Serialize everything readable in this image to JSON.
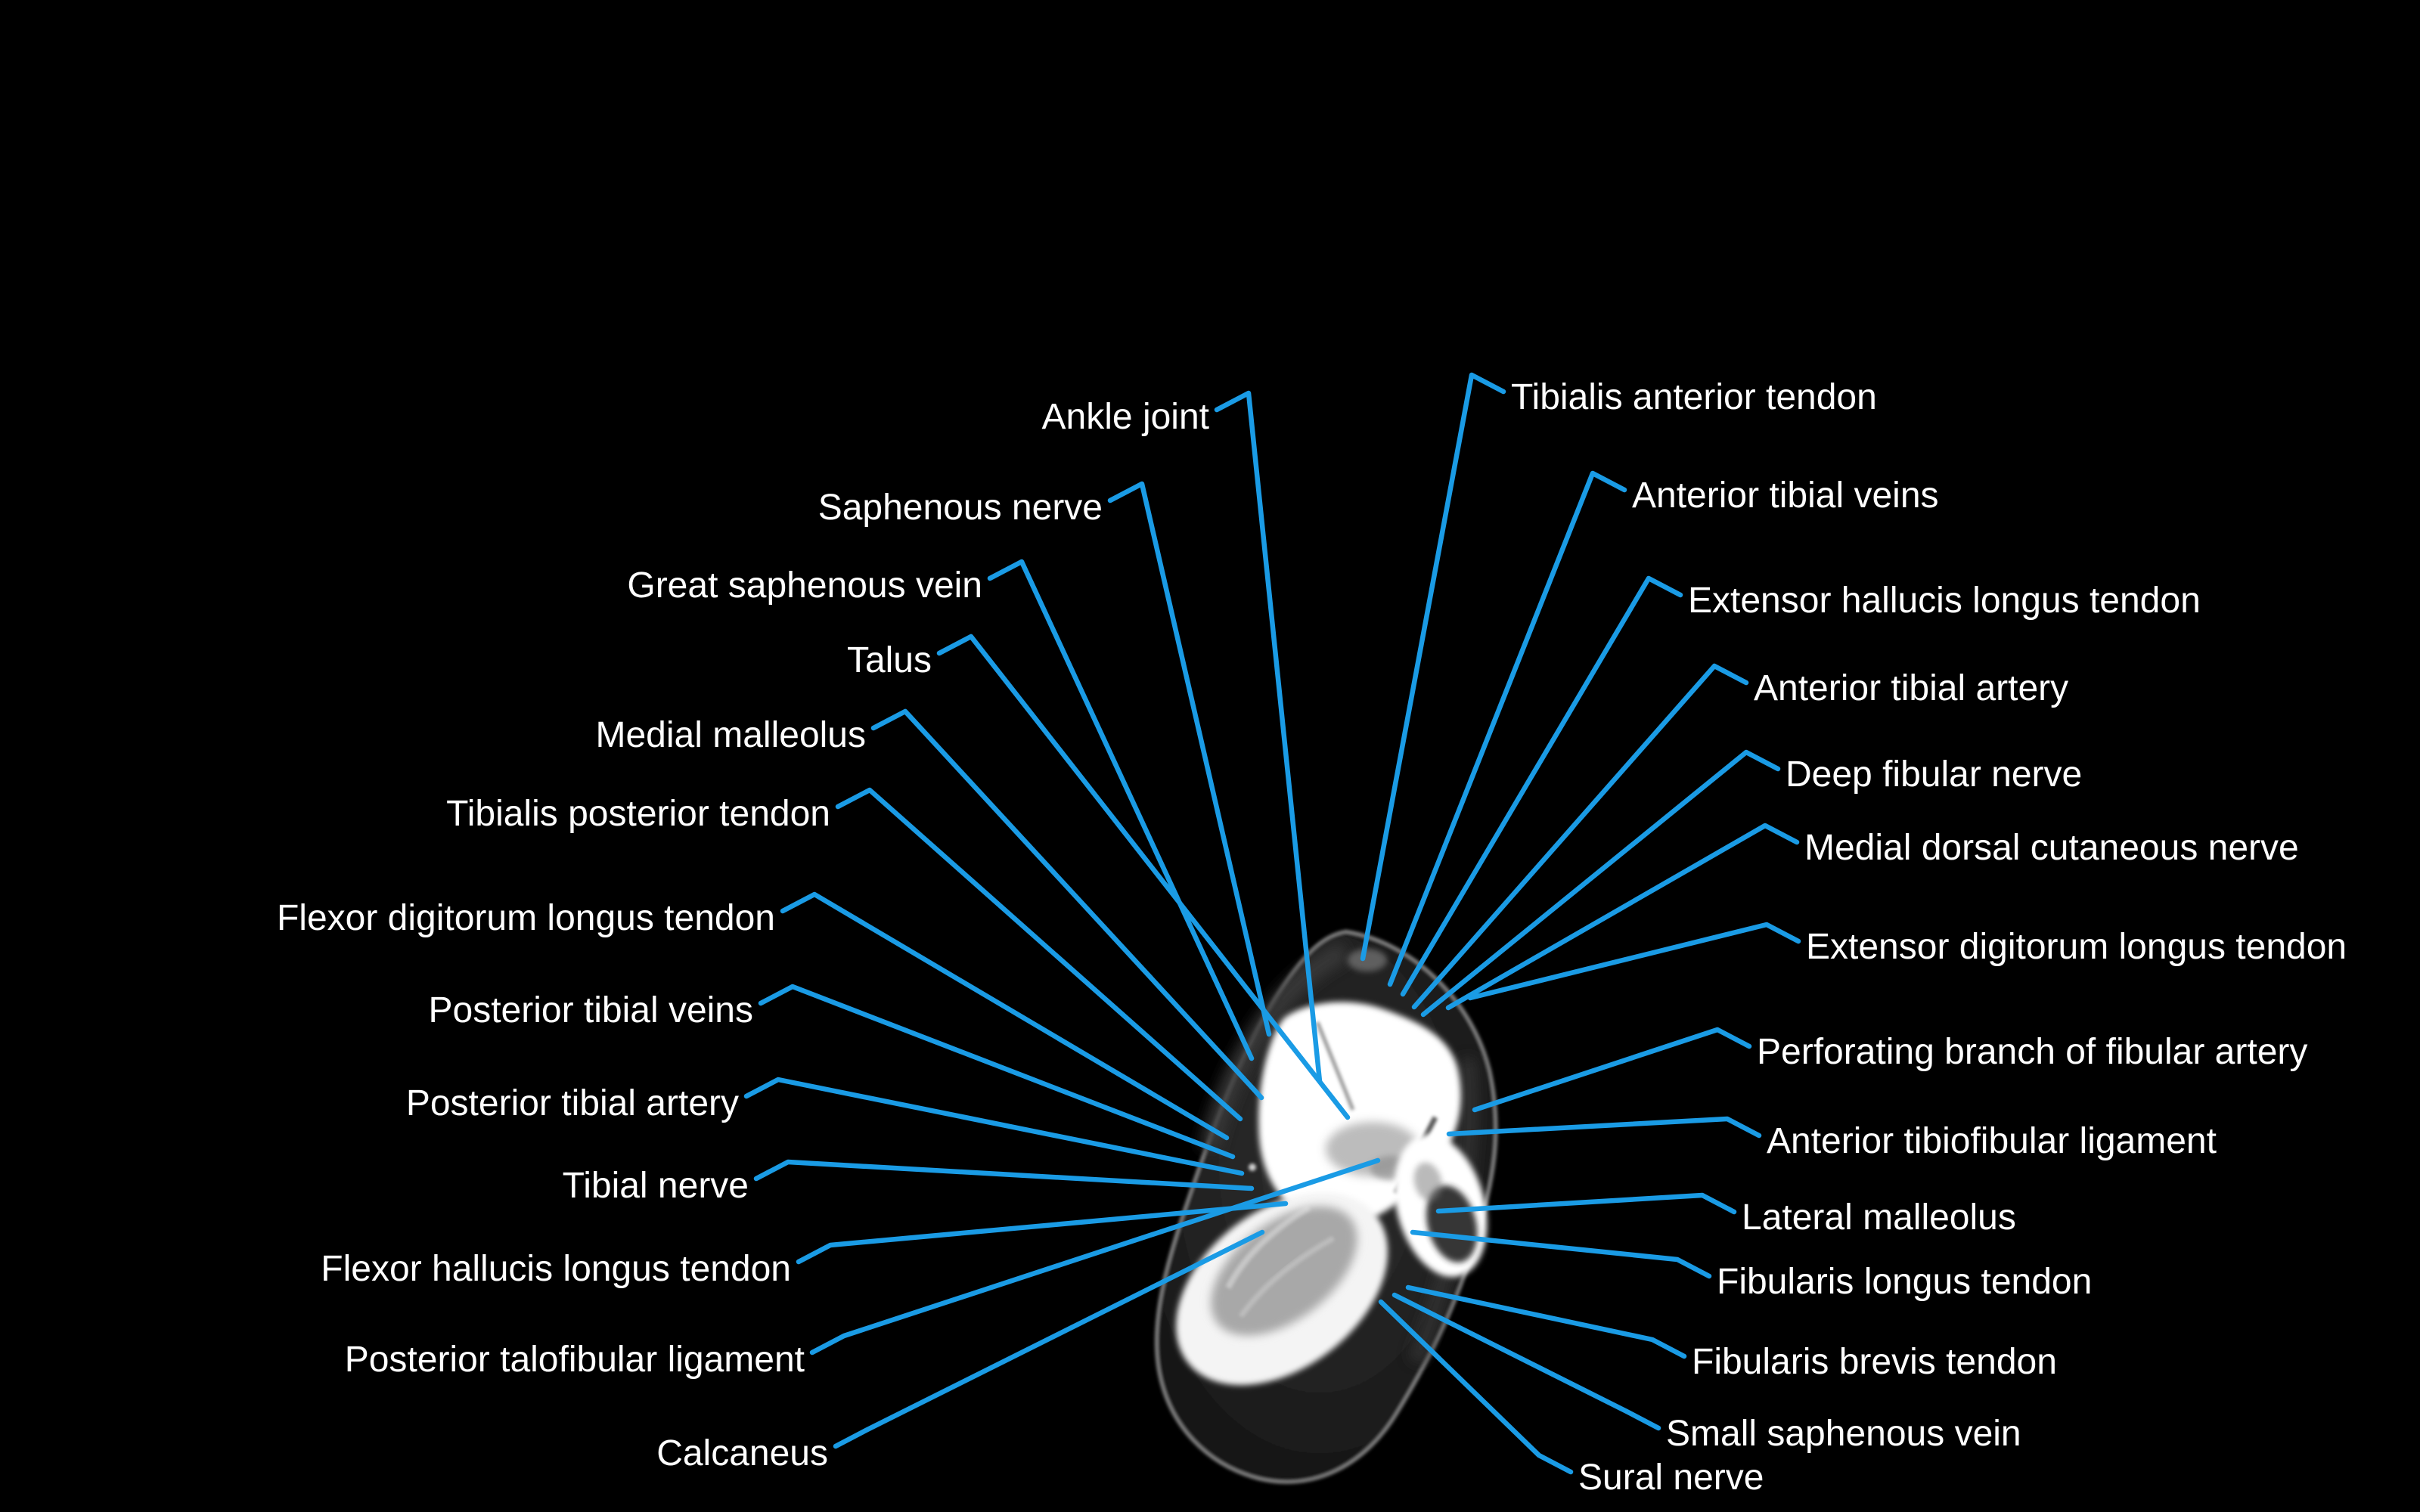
{
  "figure": {
    "description": "Axial CT image of the ankle joint with labeled anatomy",
    "background_color": "#000000",
    "leader_line_color": "#1a9be5",
    "label_text_color": "#ffffff"
  },
  "labels": {
    "left": [
      "Ankle joint",
      "Saphenous nerve",
      "Great saphenous vein",
      "Talus",
      "Medial malleolus",
      "Tibialis posterior tendon",
      "Flexor digitorum longus tendon",
      "Posterior tibial veins",
      "Posterior tibial artery",
      "Tibial nerve",
      "Flexor hallucis longus tendon",
      "Posterior talofibular ligament",
      "Calcaneus"
    ],
    "right": [
      "Tibialis anterior tendon",
      "Anterior tibial veins",
      "Extensor hallucis longus tendon",
      "Anterior tibial artery",
      "Deep fibular nerve",
      "Medial dorsal cutaneous nerve",
      "Extensor digitorum longus tendon",
      "Perforating branch of fibular artery",
      "Anterior tibiofibular ligament",
      "Lateral malleolus",
      "Fibularis longus tendon",
      "Fibularis brevis tendon",
      "Small saphenous vein",
      "Sural nerve"
    ]
  }
}
